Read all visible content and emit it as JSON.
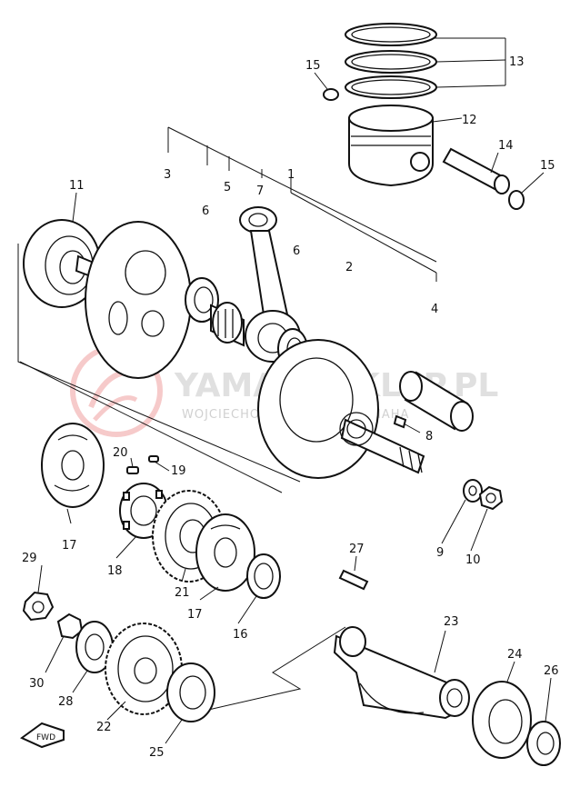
{
  "diagram": {
    "part_numbers": [
      "1",
      "2",
      "3",
      "4",
      "6",
      "5",
      "7",
      "6",
      "8",
      "9",
      "10",
      "11",
      "12",
      "13",
      "14",
      "15",
      "15",
      "16",
      "17",
      "17",
      "18",
      "19",
      "20",
      "21",
      "22",
      "23",
      "24",
      "25",
      "26",
      "27",
      "28",
      "29",
      "30"
    ],
    "fwd_label": "FWD",
    "watermark": {
      "brand": "YAMAHASKLEP.PL",
      "subtitle": "WOJCIECHOWSKI SERWIS YAMAHA"
    },
    "colors": {
      "line": "#111111",
      "watermark": "#c8c8c8",
      "watermark_logo": "#e86a6a"
    }
  }
}
